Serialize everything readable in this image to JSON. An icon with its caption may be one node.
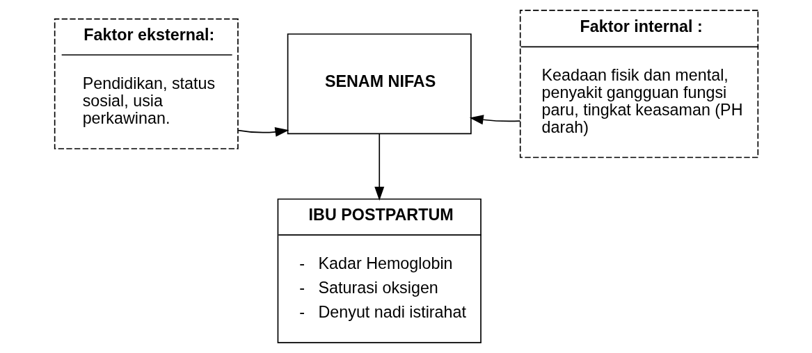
{
  "diagram": {
    "nodes": [
      {
        "text": [
          "Faktor eksternal:",
          "Pendidikan, status sosial, usia perkawinan."
        ]
      },
      {
        "text": [
          "SENAM NIFAS"
        ]
      },
      {
        "text": [
          "Faktor internal :",
          "Keadaan fisik dan mental, penyakit gangguan fungsi paru, tingkat keasaman (PH darah)"
        ]
      },
      {
        "text": [
          "IBU POSTPARTUM",
          "-   Kadar Hemoglobin",
          "-   Saturasi oksigen",
          "-   Denyut nadi istirahat"
        ]
      }
    ],
    "edges": [
      {
        "from": 0,
        "to": 1,
        "arrow": "to"
      },
      {
        "from": 2,
        "to": 1,
        "arrow": "to"
      },
      {
        "from": 1,
        "to": 3,
        "arrow": "to"
      }
    ]
  }
}
